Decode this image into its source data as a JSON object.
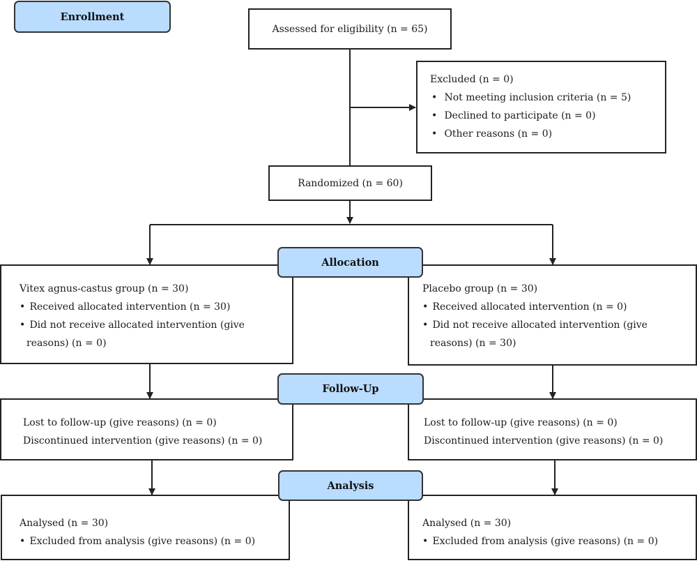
{
  "labels": {
    "enrollment": "Enrollment",
    "allocation": "Allocation",
    "followup": "Follow-Up",
    "analysis": "Analysis"
  },
  "assessed": "Assessed for eligibility (n = 65)",
  "excluded": {
    "title": "Excluded (n = 0)",
    "items": [
      "Not meeting inclusion criteria (n = 5)",
      "Declined to participate (n = 0)",
      "Other reasons (n = 0)"
    ]
  },
  "randomized": "Randomized (n = 60)",
  "allocation": {
    "left": {
      "title": "Vitex agnus-castus group (n = 30)",
      "item1": "Received allocated intervention (n = 30)",
      "item2a": "Did not receive allocated intervention (give",
      "item2b": "reasons) (n = 0)"
    },
    "right": {
      "title": "Placebo group (n = 30)",
      "item1": "Received allocated intervention (n = 0)",
      "item2a": "Did not receive allocated intervention (give",
      "item2b": "reasons) (n = 30)"
    }
  },
  "followup": {
    "left": {
      "lost": "Lost to follow-up (give reasons) (n = 0)",
      "discontinued": "Discontinued intervention (give reasons) (n = 0)"
    },
    "right": {
      "lost": "Lost to follow-up (give reasons) (n = 0)",
      "discontinued": "Discontinued intervention (give reasons) (n = 0)"
    }
  },
  "analysis": {
    "left": {
      "analysed": "Analysed  (n = 30)",
      "excluded": "Excluded from analysis (give reasons) (n = 0)"
    },
    "right": {
      "analysed": "Analysed  (n = 30)",
      "excluded": "Excluded from analysis (give reasons) (n = 0)"
    }
  }
}
